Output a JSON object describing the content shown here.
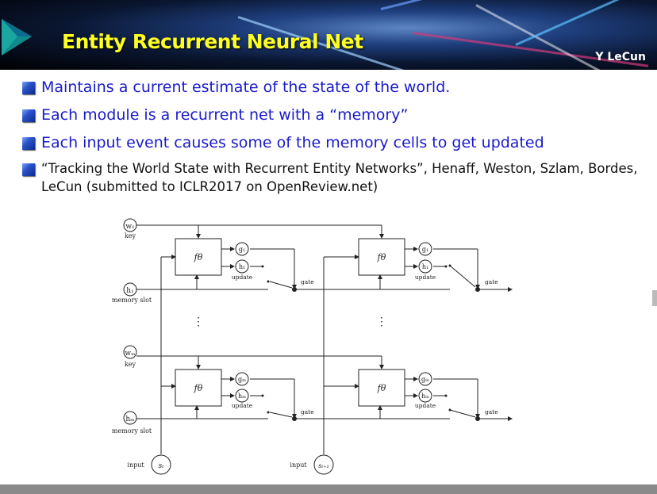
{
  "slide": {
    "title": "Entity Recurrent Neural Net",
    "author": "Y LeCun",
    "bullets": [
      "Maintains a current estimate of the state of the world.",
      "Each module is a recurrent net with a “memory”",
      "Each input event causes some of the memory cells to get updated",
      "“Tracking the World State with Recurrent Entity Networks”,  Henaff, Weston, Szlam, Bordes, LeCun (submitted to ICLR2017 on OpenReview.net)"
    ]
  },
  "diagram": {
    "w1": "w₁",
    "wm": "wₘ",
    "h1": "h₁",
    "hm": "hₘ",
    "key": "key",
    "memory_slot": "memory slot",
    "f_theta": "fθ",
    "g1": "g₁",
    "gm": "gₘ",
    "update": "update",
    "gate": "gate",
    "input": "input",
    "st": "sₜ",
    "st1": "sₜ₊₁",
    "vdots": "⋮"
  },
  "colors": {
    "title": "#ffff22",
    "bullet_text": "#1a1acc",
    "reference_text": "#111111"
  }
}
